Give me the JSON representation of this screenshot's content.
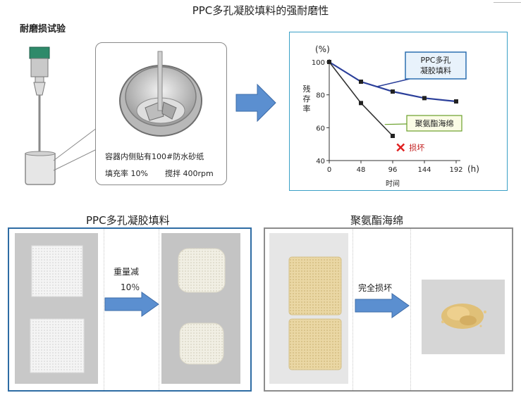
{
  "header": {
    "title": "PPC多孔凝胶填料的强耐磨性",
    "subtitle": "耐磨损试验"
  },
  "apparatus": {
    "caption_line1": "容器内侧贴有100#防水砂纸",
    "caption_fill": "填充率 10%",
    "caption_stir": "搅拌 400rpm"
  },
  "chart_data": {
    "type": "line",
    "title": "",
    "xlabel": "时间",
    "ylabel": "残存率",
    "y_unit_label": "(%)",
    "x_unit_label": "(h)",
    "xlim": [
      0,
      192
    ],
    "ylim": [
      40,
      100
    ],
    "x_ticks": [
      "0",
      "48",
      "96",
      "144",
      "192"
    ],
    "y_ticks": [
      "40",
      "60",
      "80",
      "100"
    ],
    "grid": false,
    "series": [
      {
        "name": "PPC多孔凝胶填料",
        "color": "#2b3f9a",
        "x": [
          0,
          48,
          96,
          144,
          192
        ],
        "y": [
          100,
          88,
          82,
          78,
          76
        ]
      },
      {
        "name": "聚氨酯海绵",
        "color": "#333333",
        "x": [
          0,
          48,
          96
        ],
        "y": [
          100,
          75,
          55
        ]
      }
    ],
    "legend_ppc_line1": "PPC多孔",
    "legend_ppc_line2": "凝胶填料",
    "legend_pu": "聚氨酯海绵",
    "failure_label": "损坏",
    "failure_marker_color": "#e02020"
  },
  "comparison": {
    "ppc_label": "PPC多孔凝胶填料",
    "ppc_arrow_line1": "重量减",
    "ppc_arrow_line2": "10％",
    "pu_label": "聚氨酯海绵",
    "pu_arrow_label": "完全损坏"
  },
  "colors": {
    "arrow_blue": "#5b8fd0",
    "chart_border": "#3aa0c6",
    "ppc_panel_border": "#2e6ca4",
    "pu_panel_border": "#8c8c8c"
  }
}
